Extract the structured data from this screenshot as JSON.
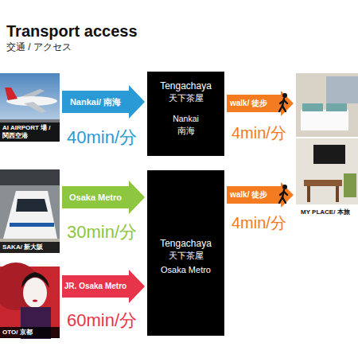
{
  "diagram": {
    "title": "Transport access",
    "nodes": [
      {
        "text": [
          "AI AIRPORT 場 / 関西空港"
        ]
      },
      {
        "text": [
          "SAKA/ 新大阪"
        ]
      },
      {
        "text": [
          "OTO/ 京都"
        ]
      },
      {
        "text": [
          "Tengachaya",
          "天下茶屋",
          "Nankai",
          "南海"
        ]
      },
      {
        "text": [
          "Tengachaya",
          "天下茶屋",
          "Osaka Metro"
        ]
      },
      {
        "text": [
          "MY PLACE/ 本旅"
        ]
      }
    ],
    "edges": [
      {
        "from": 0,
        "to": 3,
        "arrow": "to",
        "label": "Nankai/ 南海"
      },
      {
        "from": 1,
        "to": 4,
        "arrow": "to",
        "label": "Osaka Metro"
      },
      {
        "from": 2,
        "to": 4,
        "arrow": "to",
        "label": "JR. Osaka Metro"
      },
      {
        "from": 3,
        "to": 5,
        "arrow": "to",
        "label": "walk/ 徒步"
      },
      {
        "from": 4,
        "to": 5,
        "arrow": "to",
        "label": "walk/ 徒步"
      }
    ],
    "labels": [
      "交通 / アクセス",
      "40min/分",
      "30min/分",
      "60min/分",
      "4min/分",
      "4min/分"
    ]
  }
}
